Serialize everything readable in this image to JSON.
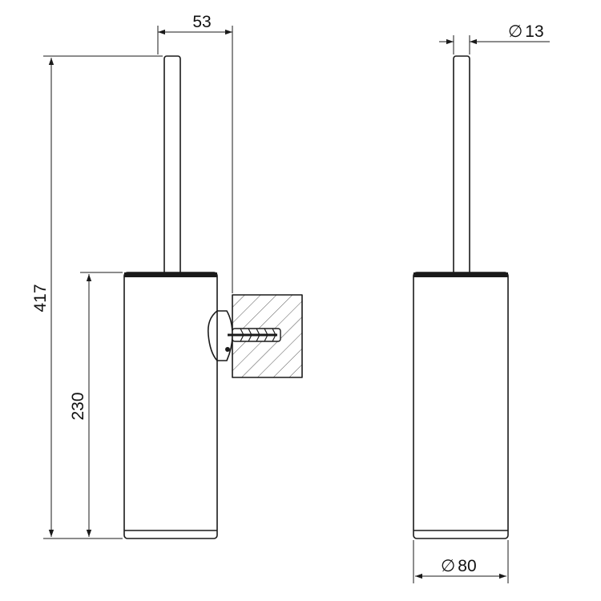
{
  "dimensions": {
    "projection": "53",
    "total_height": "417",
    "holder_height": "230",
    "handle_diameter": "13",
    "holder_diameter": "80",
    "diameter_symbol": "∅"
  },
  "colors": {
    "line": "#1a1a1a",
    "background": "#ffffff"
  }
}
